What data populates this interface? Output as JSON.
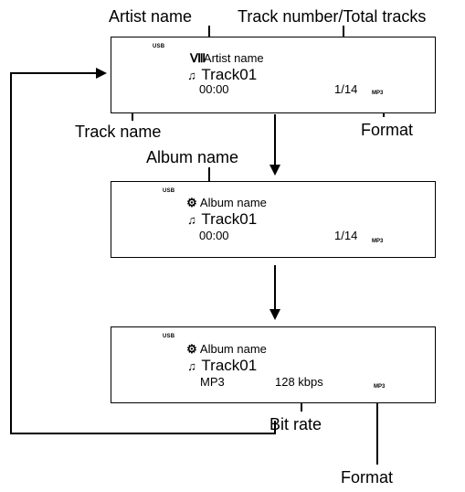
{
  "labels": {
    "artist_name": "Artist name",
    "track_count": "Track number/Total tracks",
    "track_name": "Track name",
    "format_top": "Format",
    "album_name": "Album name",
    "bit_rate": "Bit rate",
    "format_bottom": "Format"
  },
  "panels": [
    {
      "source": "USB",
      "line1_icon": "person-icon",
      "line1": "Artist name",
      "track": "Track01",
      "time": "00:00",
      "counter": "1/14",
      "format": "MP3"
    },
    {
      "source": "USB",
      "line1_icon": "disc-icon",
      "line1": "Album name",
      "track": "Track01",
      "time": "00:00",
      "counter": "1/14",
      "format": "MP3"
    },
    {
      "source": "USB",
      "line1_icon": "disc-icon",
      "line1": "Album name",
      "track": "Track01",
      "codec": "MP3",
      "bitrate": "128 kbps",
      "format": "MP3"
    }
  ]
}
